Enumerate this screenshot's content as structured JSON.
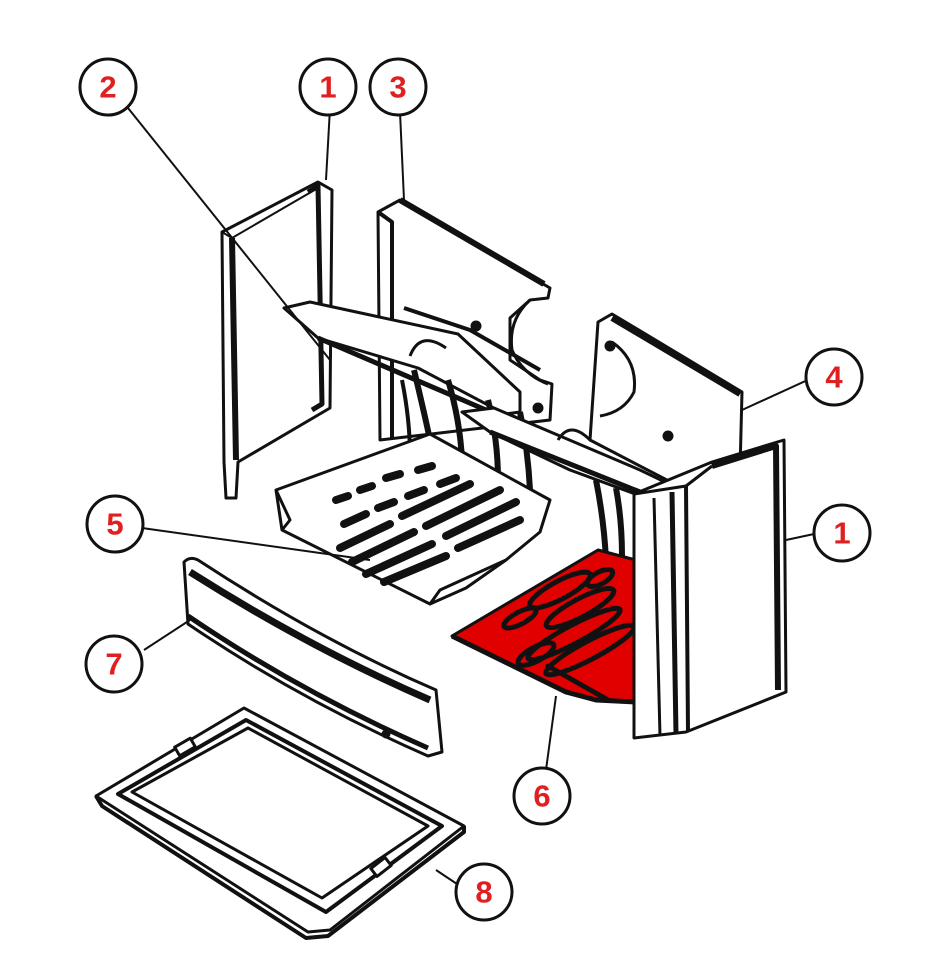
{
  "colors": {
    "line": "#111111",
    "callout_text": "#e02020",
    "highlight_fill": "#e00000",
    "background": "#ffffff"
  },
  "callouts": [
    {
      "id": "c2",
      "number": "2"
    },
    {
      "id": "c1a",
      "number": "1"
    },
    {
      "id": "c3",
      "number": "3"
    },
    {
      "id": "c4",
      "number": "4"
    },
    {
      "id": "c5",
      "number": "5"
    },
    {
      "id": "c1b",
      "number": "1"
    },
    {
      "id": "c7",
      "number": "7"
    },
    {
      "id": "c6",
      "number": "6"
    },
    {
      "id": "c8",
      "number": "8"
    }
  ]
}
